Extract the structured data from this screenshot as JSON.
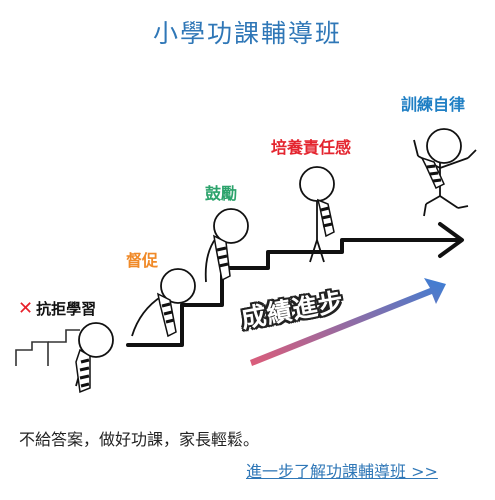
{
  "title": "小學功課輔導班",
  "stages": {
    "resist": "抗拒學習",
    "supervise": "督促",
    "encourage": "鼓勵",
    "character": "培養責任感",
    "discipline": "訓練自律"
  },
  "progress_caption": "成績進步",
  "slogan": "不給答案，做好功課，家長輕鬆。",
  "cta_link": "進一步了解功課輔導班 >>",
  "colors": {
    "title": "#2f77b7",
    "resist_x": "#e8202a",
    "supervise": "#f08a28",
    "encourage": "#2ca36c",
    "character": "#e4252f",
    "discipline": "#1f7fc4",
    "arrow_gradient_start": "#d94a6a",
    "arrow_gradient_end": "#3b7fd6"
  },
  "icons": [
    "x-mark-icon",
    "stick-figure-icon",
    "tie-icon",
    "staircase-arrow-icon",
    "progress-arrow-icon"
  ]
}
